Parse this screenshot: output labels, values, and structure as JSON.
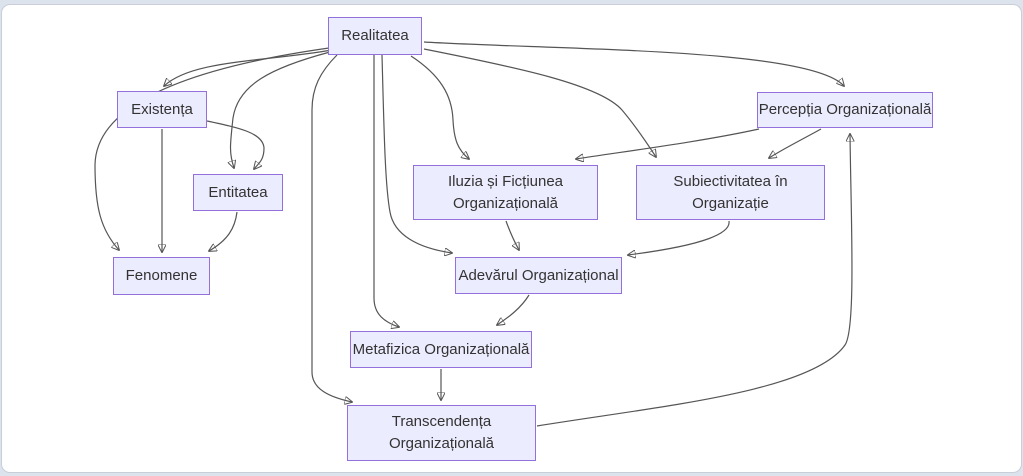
{
  "diagram": {
    "type": "flowchart",
    "direction": "top-down",
    "nodes": [
      {
        "id": "realitatea",
        "label": "Realitatea"
      },
      {
        "id": "existenta",
        "label": "Existența"
      },
      {
        "id": "entitatea",
        "label": "Entitatea"
      },
      {
        "id": "perceptia",
        "label": "Percepția Organizațională"
      },
      {
        "id": "iluzia",
        "label": "Iluzia și Ficțiunea\nOrganizațională"
      },
      {
        "id": "subiectivitatea",
        "label": "Subiectivitatea în\nOrganizație"
      },
      {
        "id": "fenomene",
        "label": "Fenomene"
      },
      {
        "id": "adevarul",
        "label": "Adevărul Organizațional"
      },
      {
        "id": "metafizica",
        "label": "Metafizica Organizațională"
      },
      {
        "id": "transcendenta",
        "label": "Transcendența\nOrganizațională"
      }
    ],
    "edges": [
      {
        "from": "Realitatea",
        "to": "Existența"
      },
      {
        "from": "Realitatea",
        "to": "Entitatea"
      },
      {
        "from": "Realitatea",
        "to": "Fenomene"
      },
      {
        "from": "Realitatea",
        "to": "Iluzia și Ficțiunea Organizațională"
      },
      {
        "from": "Realitatea",
        "to": "Subiectivitatea în Organizație"
      },
      {
        "from": "Realitatea",
        "to": "Percepția Organizațională"
      },
      {
        "from": "Realitatea",
        "to": "Adevărul Organizațional"
      },
      {
        "from": "Realitatea",
        "to": "Metafizica Organizațională"
      },
      {
        "from": "Realitatea",
        "to": "Transcendența Organizațională"
      },
      {
        "from": "Existența",
        "to": "Fenomene"
      },
      {
        "from": "Existența",
        "to": "Entitatea"
      },
      {
        "from": "Entitatea",
        "to": "Fenomene"
      },
      {
        "from": "Percepția Organizațională",
        "to": "Iluzia și Ficțiunea Organizațională"
      },
      {
        "from": "Percepția Organizațională",
        "to": "Subiectivitatea în Organizație"
      },
      {
        "from": "Iluzia și Ficțiunea Organizațională",
        "to": "Adevărul Organizațional"
      },
      {
        "from": "Subiectivitatea în Organizație",
        "to": "Adevărul Organizațional"
      },
      {
        "from": "Adevărul Organizațional",
        "to": "Metafizica Organizațională"
      },
      {
        "from": "Metafizica Organizațională",
        "to": "Transcendența Organizațională"
      },
      {
        "from": "Transcendența Organizațională",
        "to": "Percepția Organizațională"
      }
    ],
    "colors": {
      "node_fill": "#ECECFF",
      "node_border": "#9370DB",
      "node_text": "#333333",
      "edge_stroke": "#555555",
      "arrowhead": "#333333",
      "canvas": "#ffffff",
      "page_background": "#dde3ed"
    }
  }
}
